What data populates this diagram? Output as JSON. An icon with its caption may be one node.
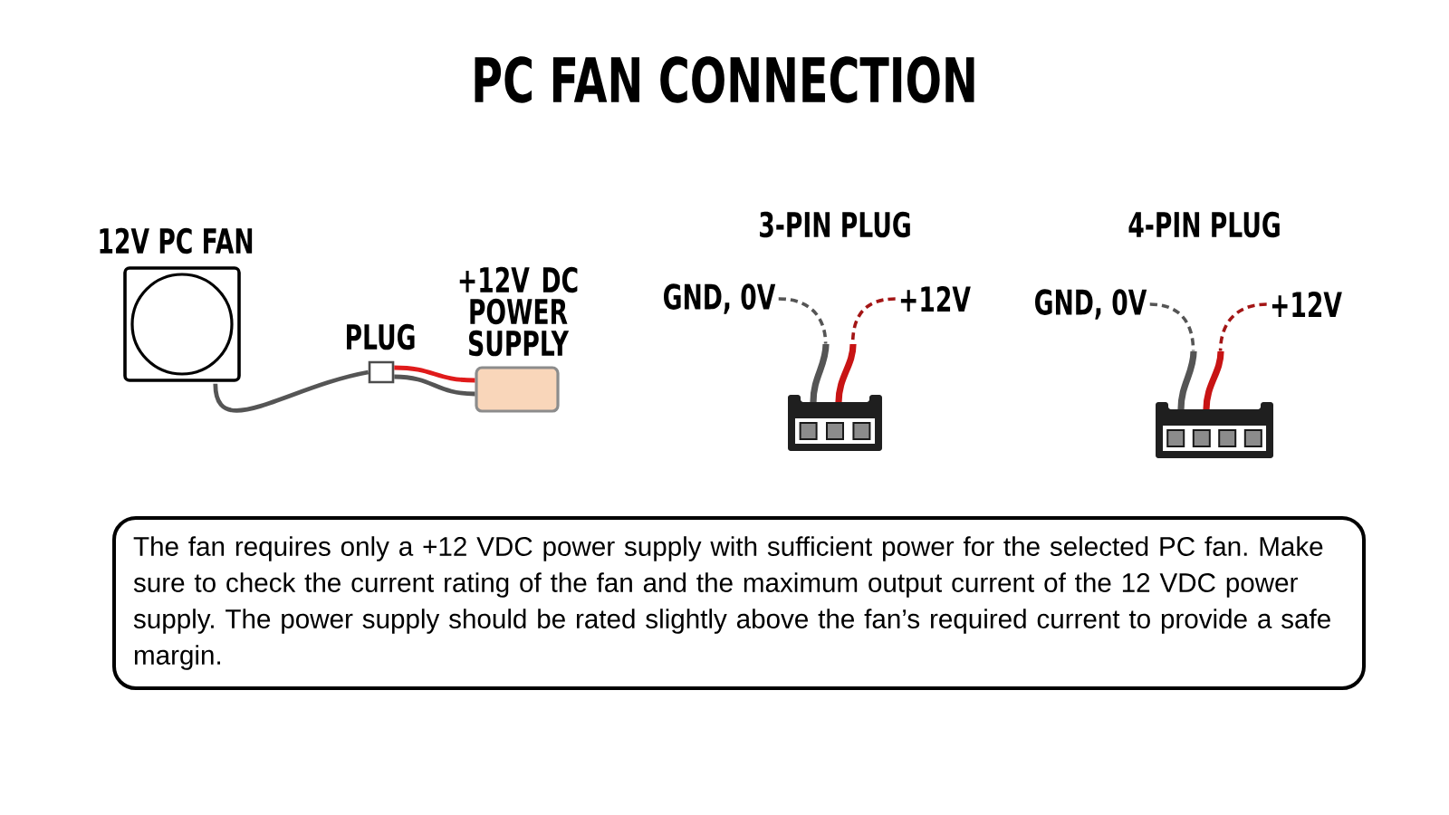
{
  "diagram": {
    "title": "PC FAN CONNECTION",
    "nodes": [
      {
        "text": [
          "12V PC FAN"
        ]
      },
      {
        "text": [
          "PLUG"
        ]
      },
      {
        "text": [
          "+12V DC POWER SUPPLY"
        ]
      },
      {
        "text": [
          "3-PIN PLUG"
        ]
      },
      {
        "text": [
          "GND, 0V"
        ]
      },
      {
        "text": [
          "+12V"
        ]
      },
      {
        "text": [
          "4-PIN PLUG"
        ]
      },
      {
        "text": [
          "GND, 0V"
        ]
      },
      {
        "text": [
          "+12V"
        ]
      },
      {
        "text": [
          "The fan requires only a +12 VDC power supply with sufficient power for the selected PC fan. Make sure to check the current rating of the fan and the maximum output current of the 12 VDC power supply. The power supply should be rated slightly above the fan’s required current to provide a safe margin."
        ]
      }
    ],
    "edges": [
      {
        "from": 0,
        "to": 1,
        "arrow": "none"
      },
      {
        "from": 1,
        "to": 2,
        "arrow": "none"
      },
      {
        "from": 1,
        "to": 2,
        "arrow": "none",
        "color": "#e01b1b"
      },
      {
        "from": 4,
        "to": 3,
        "arrow": "none",
        "style": "dashed"
      },
      {
        "from": 5,
        "to": 3,
        "arrow": "none",
        "style": "dashed",
        "color": "#a31515"
      },
      {
        "from": 7,
        "to": 6,
        "arrow": "none",
        "style": "dashed"
      },
      {
        "from": 8,
        "to": 6,
        "arrow": "none",
        "style": "dashed",
        "color": "#a31515"
      }
    ]
  }
}
